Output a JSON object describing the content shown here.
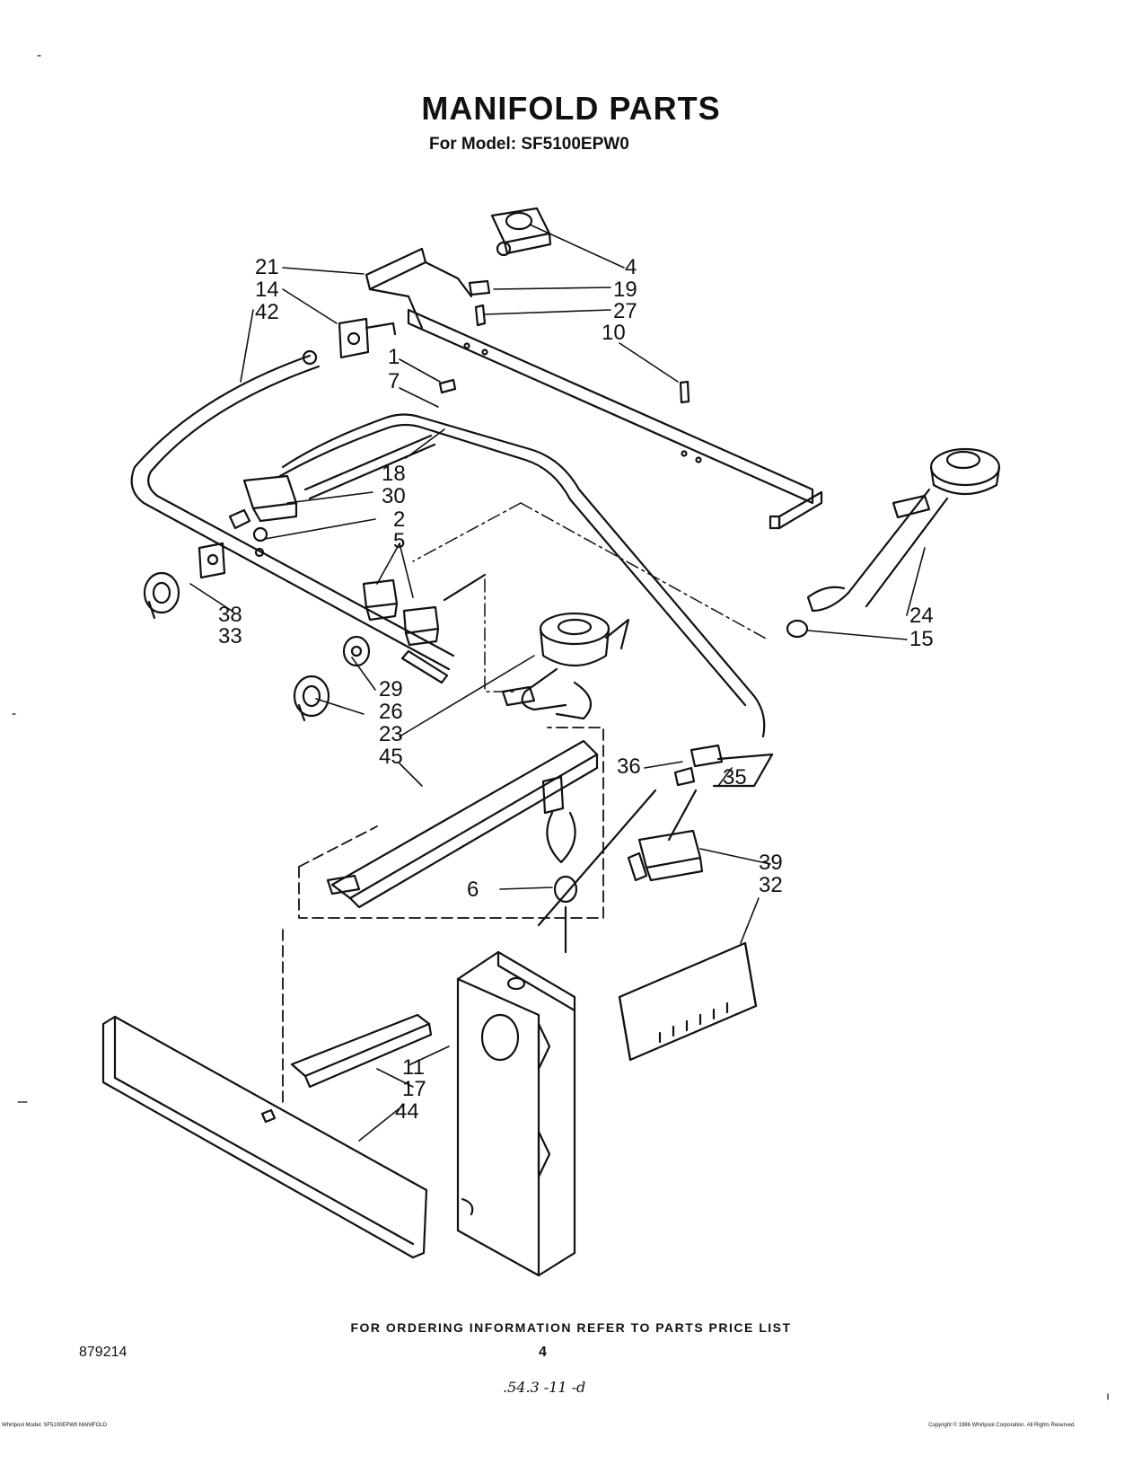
{
  "header": {
    "title": "MANIFOLD PARTS",
    "subtitle": "For Model: SF5100EPW0"
  },
  "callouts": [
    {
      "id": "21",
      "label": "21"
    },
    {
      "id": "14",
      "label": "14"
    },
    {
      "id": "42",
      "label": "42"
    },
    {
      "id": "4",
      "label": "4"
    },
    {
      "id": "19",
      "label": "19"
    },
    {
      "id": "27",
      "label": "27"
    },
    {
      "id": "10",
      "label": "10"
    },
    {
      "id": "1",
      "label": "1"
    },
    {
      "id": "7",
      "label": "7"
    },
    {
      "id": "18",
      "label": "18"
    },
    {
      "id": "30",
      "label": "30"
    },
    {
      "id": "2",
      "label": "2"
    },
    {
      "id": "5",
      "label": "5"
    },
    {
      "id": "38",
      "label": "38"
    },
    {
      "id": "33",
      "label": "33"
    },
    {
      "id": "29",
      "label": "29"
    },
    {
      "id": "26",
      "label": "26"
    },
    {
      "id": "23",
      "label": "23"
    },
    {
      "id": "45",
      "label": "45"
    },
    {
      "id": "24",
      "label": "24"
    },
    {
      "id": "15",
      "label": "15"
    },
    {
      "id": "36",
      "label": "36"
    },
    {
      "id": "35",
      "label": "35"
    },
    {
      "id": "39",
      "label": "39"
    },
    {
      "id": "32",
      "label": "32"
    },
    {
      "id": "6",
      "label": "6"
    },
    {
      "id": "11",
      "label": "11"
    },
    {
      "id": "17",
      "label": "17"
    },
    {
      "id": "44",
      "label": "44"
    }
  ],
  "footer": {
    "note": "FOR ORDERING INFORMATION REFER TO PARTS PRICE LIST",
    "doc_number": "879214",
    "page_number": "4",
    "handwritten": ".54.3 -11 -d",
    "small_left": "Whirlpool Model: SF5100EPW0 MANIFOLD",
    "small_right": "Copyright © 1986 Whirlpool Corporation. All Rights Reserved."
  }
}
